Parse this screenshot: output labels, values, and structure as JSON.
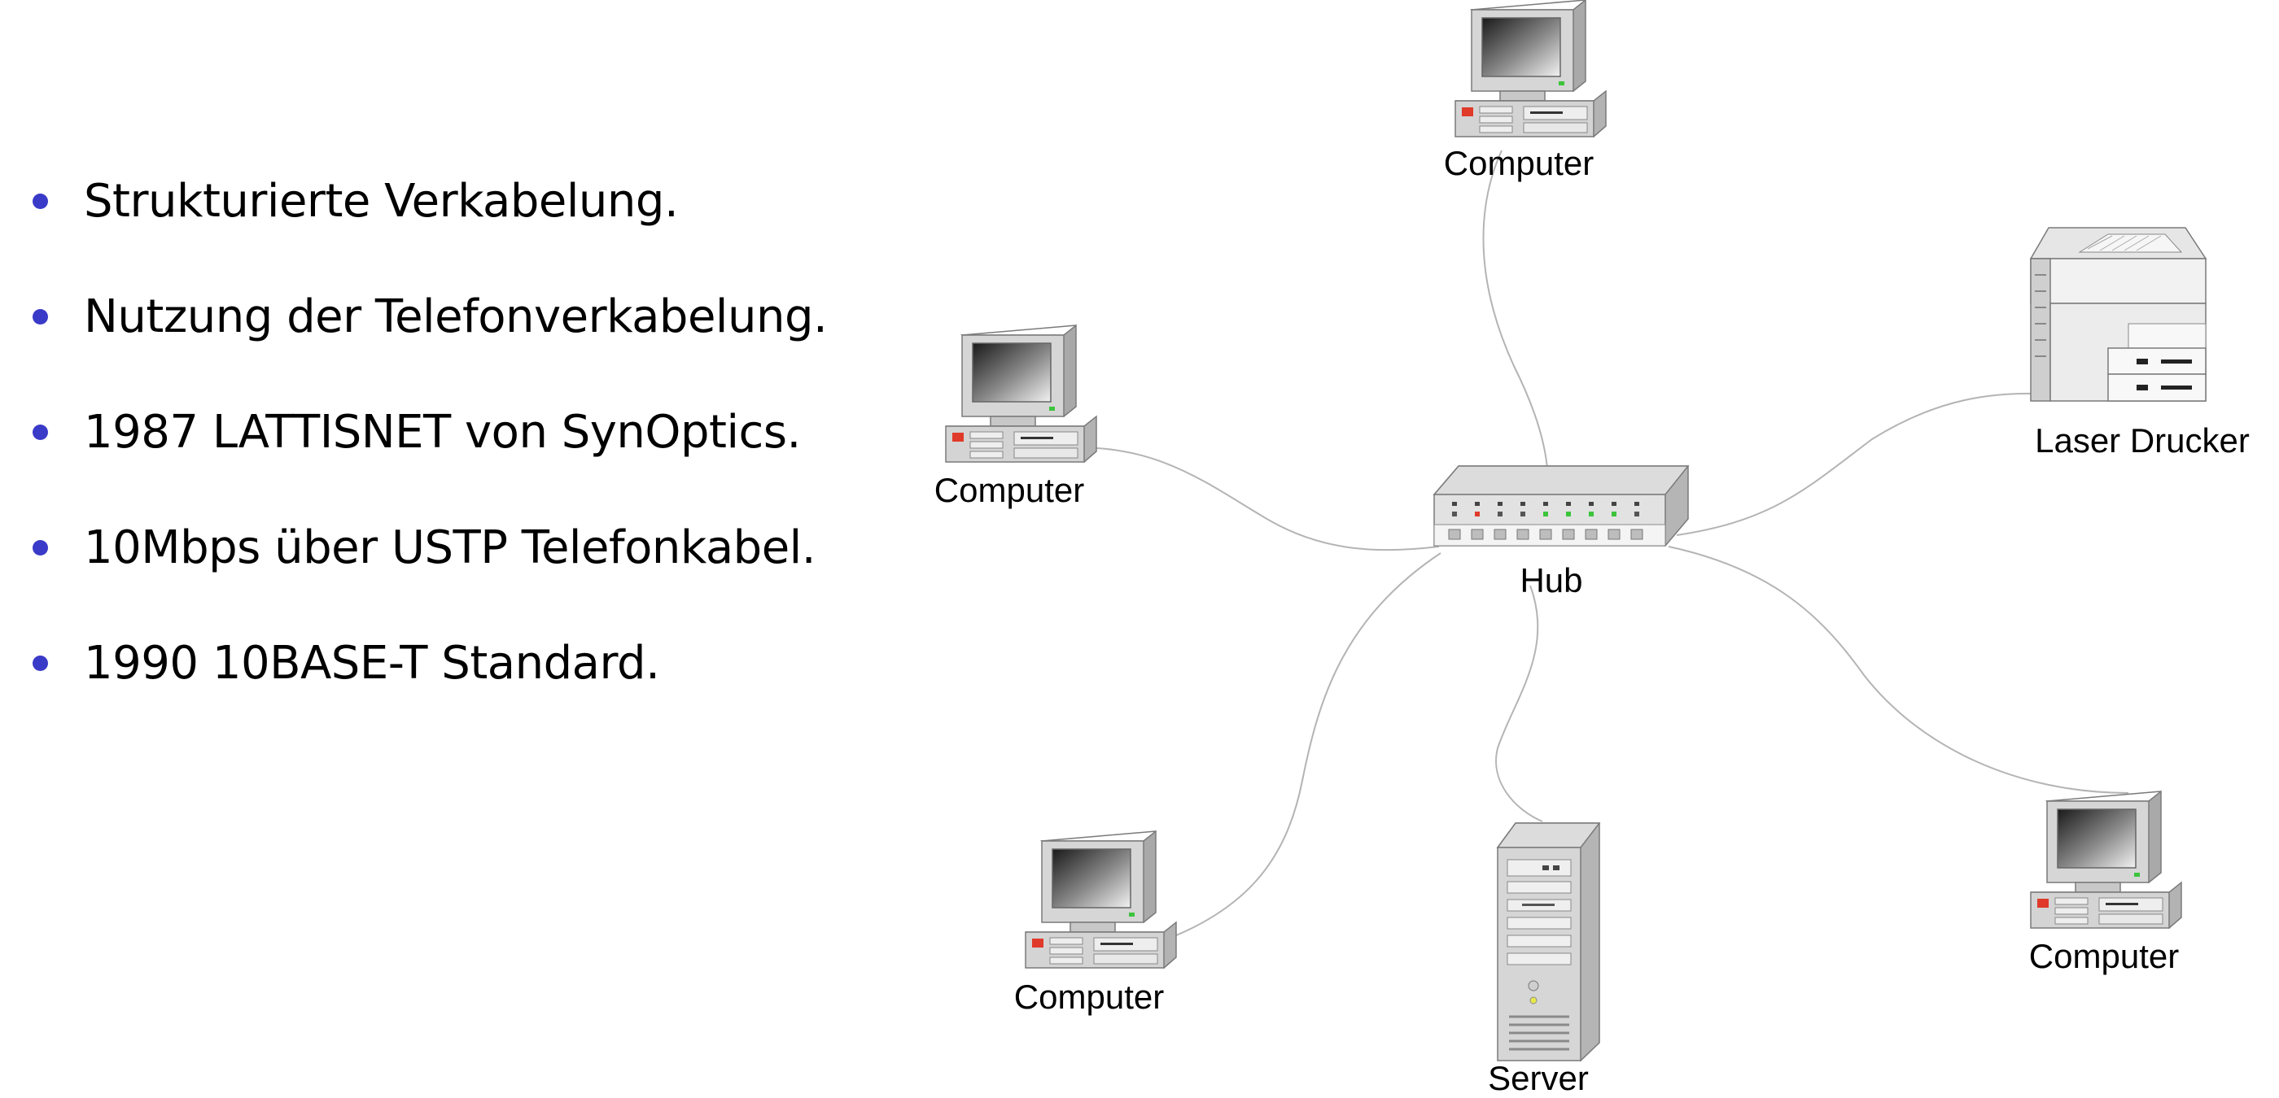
{
  "bullets": [
    "Strukturierte Verkabelung.",
    "Nutzung der Telefonverkabelung.",
    "1987 LATTISNET von SynOptics.",
    "10Mbps über USTP Telefonkabel.",
    "1990 10BASE-T Standard."
  ],
  "nodes": {
    "hub": "Hub",
    "computer_top": "Computer",
    "computer_left": "Computer",
    "computer_bottom_left": "Computer",
    "computer_right": "Computer",
    "server": "Server",
    "printer": "Laser Drucker"
  },
  "colors": {
    "bullet": "#3a3ac8",
    "cable": "#b4b4b4",
    "device": "#d4d4d4",
    "led_red": "#e03a2a",
    "led_green": "#3cc43c"
  }
}
